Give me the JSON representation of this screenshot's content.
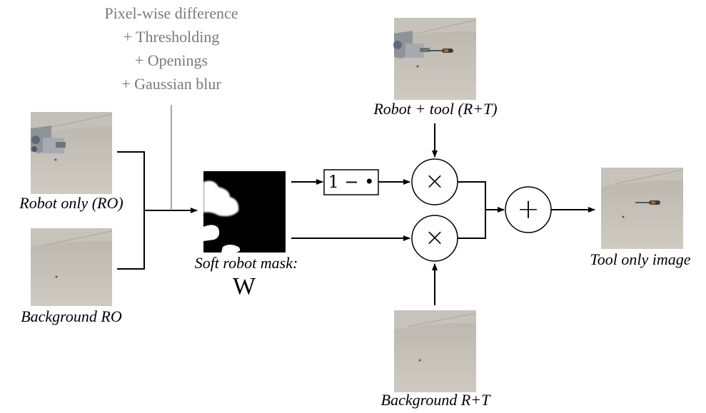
{
  "processing": {
    "lines": [
      "Pixel-wise difference",
      "+ Thresholding",
      "+ Openings",
      "+ Gaussian blur"
    ]
  },
  "images": {
    "robot_only": {
      "caption": "Robot only (RO)"
    },
    "background_ro": {
      "caption": "Background RO"
    },
    "robot_tool": {
      "caption": "Robot + tool (R+T)"
    },
    "background_rt": {
      "caption": "Background R+T"
    },
    "tool_only": {
      "caption": "Tool only image"
    }
  },
  "mask": {
    "caption": "Soft robot mask:",
    "symbol": "W"
  },
  "operations": {
    "invert_label": "1 − •",
    "multiply_symbol": "×",
    "add_symbol": "+"
  },
  "colors": {
    "line": "#000000",
    "processing_text": "#7a7a7a",
    "mask_bg": "#000000",
    "mask_fg": "#ffffff"
  }
}
